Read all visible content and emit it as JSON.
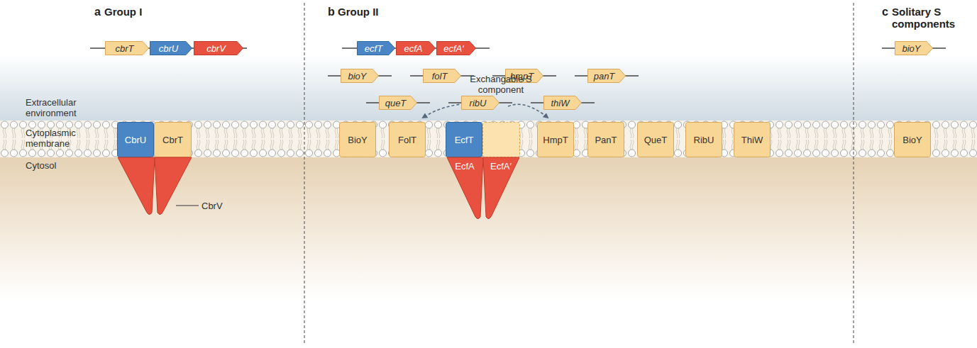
{
  "diagram": {
    "nodes": [
      {
        "text": [
          "cbrT"
        ]
      },
      {
        "text": [
          "cbrU"
        ]
      },
      {
        "text": [
          "cbrV"
        ]
      },
      {
        "text": [
          "ecfT"
        ]
      },
      {
        "text": [
          "ecfA"
        ]
      },
      {
        "text": [
          "ecfA′"
        ]
      },
      {
        "text": [
          "bioY"
        ]
      },
      {
        "text": [
          "folT"
        ]
      },
      {
        "text": [
          "hmpT"
        ]
      },
      {
        "text": [
          "panT"
        ]
      },
      {
        "text": [
          "queT"
        ]
      },
      {
        "text": [
          "ribU"
        ]
      },
      {
        "text": [
          "thiW"
        ]
      },
      {
        "text": [
          "bioY"
        ]
      },
      {
        "text": [
          "CbrU"
        ]
      },
      {
        "text": [
          "CbrT"
        ]
      },
      {
        "text": [
          "CbrV"
        ]
      },
      {
        "text": [
          "BioY"
        ]
      },
      {
        "text": [
          "FolT"
        ]
      },
      {
        "text": [
          "EcfT"
        ]
      },
      {
        "text": [
          "EcfA"
        ]
      },
      {
        "text": [
          "EcfA′"
        ]
      },
      {
        "text": [
          "HmpT"
        ]
      },
      {
        "text": [
          "PanT"
        ]
      },
      {
        "text": [
          "QueT"
        ]
      },
      {
        "text": [
          "RibU"
        ]
      },
      {
        "text": [
          "ThiW"
        ]
      },
      {
        "text": [
          "BioY"
        ]
      }
    ],
    "labels": [
      "a",
      "Group I",
      "b",
      "Group II",
      "c",
      "Solitary S components",
      "Extracellular environment",
      "Cytoplasmic membrane",
      "Cytosol",
      "Exchangable S component"
    ]
  }
}
